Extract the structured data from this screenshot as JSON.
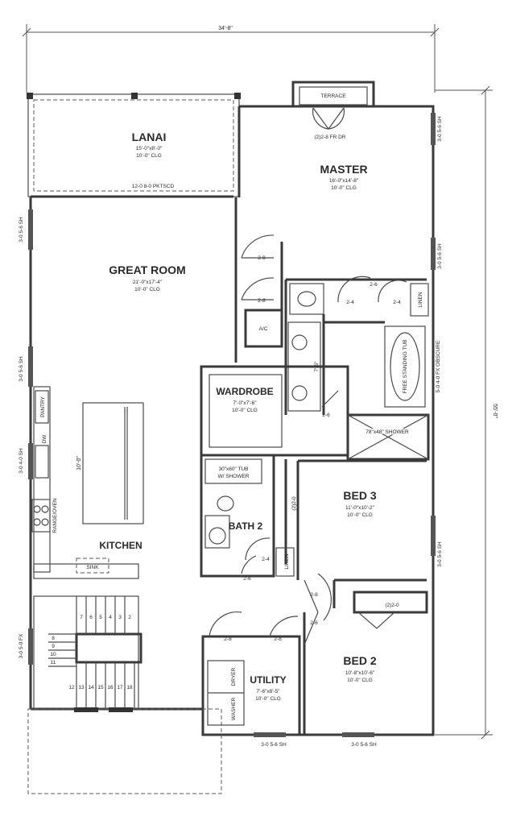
{
  "dimensions": {
    "overall_width": "34'-8\"",
    "overall_depth": "55'-0\""
  },
  "rooms": {
    "lanai": {
      "name": "LANAI",
      "size": "15'-0\"x8'-0\"",
      "ceiling": "10'-0\" CLG"
    },
    "master": {
      "name": "MASTER",
      "size": "16'-0\"x14'-8\"",
      "ceiling": "10'-0\" CLG"
    },
    "great_room": {
      "name": "GREAT ROOM",
      "size": "21'-0\"x17'-4\"",
      "ceiling": "10'-0\" CLG"
    },
    "wardrobe": {
      "name": "WARDROBE",
      "size": "7'-0\"x7'-6\"",
      "ceiling": "10'-0\" CLG"
    },
    "bed3": {
      "name": "BED 3",
      "size": "11'-0\"x10'-2\"",
      "ceiling": "10'-0\" CLG"
    },
    "bath2": {
      "name": "BATH 2"
    },
    "kitchen": {
      "name": "KITCHEN"
    },
    "utility": {
      "name": "UTILITY",
      "size": "7'-6\"x8'-5\"",
      "ceiling": "10'-0\" CLG"
    },
    "bed2": {
      "name": "BED 2",
      "size": "10'-8\"x10'-6\"",
      "ceiling": "10'-0\" CLG"
    }
  },
  "labels": {
    "terrace": "TERRACE",
    "master_door": "(2)2-8 FR DR",
    "lanai_slider": "12-0 8-0 PKTSCD",
    "ac": "A/C",
    "linen": "LINEN",
    "linen2": "LINEN",
    "pantry": "PANTRY",
    "dw": "DW",
    "range": "RANGE/OVEN",
    "island": "10'-0\"",
    "sink": "SINK",
    "tub": "30\"x60\" TUB",
    "tub2": "W/ SHOWER",
    "shower": "78\"x48\" SHOWER",
    "free_tub": "FREE STANDING TUB",
    "dryer": "DRYER",
    "washer": "WASHER",
    "vanity_dim": "7'-6\"",
    "window_fx": "5-0 4-0 FX OBSCURE"
  },
  "doors": {
    "d1": "2-8",
    "d2": "2-8",
    "d3": "2-6",
    "d4": "2-4",
    "d5": "2-4",
    "d6": "2-6",
    "d7": "(2)2-0",
    "d8": "2-4",
    "d9": "2-6",
    "d10": "2-8",
    "d11": "2-6",
    "d12": "(2)2-0",
    "d13": "2-8",
    "d14": "2-8"
  },
  "windows": {
    "w_right1": "3-0 5-6 SH",
    "w_right2": "3-0 5-6 SH",
    "w_right3": "3-0 5-6 SH",
    "w_left1": "3-0 5-6 SH",
    "w_left2": "3-0 5-6 SH",
    "w_left3": "3-0 4-0 SH",
    "w_left4": "3-0 5-0 FX",
    "w_bottom1": "3-0 5-6 SH",
    "w_bottom2": "3-0 5-6 SH"
  },
  "stairs": {
    "top": [
      "7",
      "6",
      "5",
      "4",
      "3",
      "2"
    ],
    "left": [
      "8",
      "9",
      "10",
      "11"
    ],
    "bottom": [
      "12",
      "13",
      "14",
      "15",
      "16",
      "17",
      "18"
    ]
  }
}
